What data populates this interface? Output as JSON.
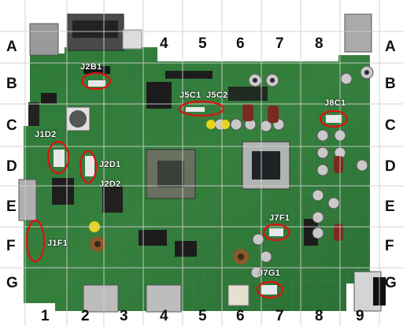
{
  "grid": {
    "columns": [
      "1",
      "2",
      "3",
      "4",
      "5",
      "6",
      "7",
      "8",
      "9"
    ],
    "rows": [
      "A",
      "B",
      "C",
      "D",
      "E",
      "F",
      "G"
    ]
  },
  "references": [
    "J2B1",
    "J5C1",
    "J5C2",
    "J8C1",
    "J1D2",
    "J2D1",
    "J2D2",
    "J7F1",
    "J1F1",
    "J7G1"
  ],
  "colors": {
    "board": "#2f7a3a",
    "grid": "#c8c8c8",
    "marker": "#e01010",
    "label": "#111111",
    "ref_text": "#ffffff"
  }
}
